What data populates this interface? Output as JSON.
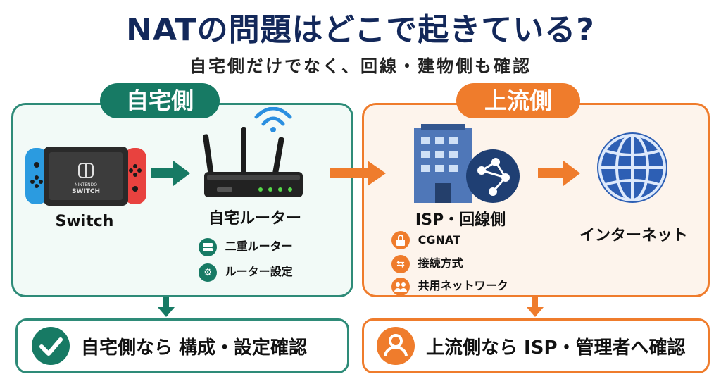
{
  "title": "NATの問題はどこで起きている?",
  "subtitle": "自宅側だけでなく、回線・建物側も確認",
  "home": {
    "heading": "自宅側",
    "switch_label": "Switch",
    "switch_brand_top": "NINTENDO",
    "switch_brand": "SWITCH",
    "router_label": "自宅ルーター",
    "items": [
      "二重ルーター",
      "ルーター設定"
    ],
    "result": "自宅側なら 構成・設定確認"
  },
  "upstream": {
    "heading": "上流側",
    "isp_label": "ISP・回線側",
    "internet_label": "インターネット",
    "items": [
      "CGNAT",
      "接続方式",
      "共用ネットワーク"
    ],
    "result": "上流側なら ISP・管理者へ確認"
  },
  "icons": {
    "switch": "game-console-icon",
    "router": "wifi-router-icon",
    "isp": "building-network-icon",
    "internet": "globe-icon",
    "double_router": "server-icon",
    "router_settings": "gear-icon",
    "cgnat": "lock-icon",
    "connection": "swap-arrows-icon",
    "shared": "users-icon",
    "check": "check-icon",
    "user": "user-icon"
  },
  "colors": {
    "navy": "#13285a",
    "green": "#177a64",
    "orange": "#ef7c2c"
  }
}
